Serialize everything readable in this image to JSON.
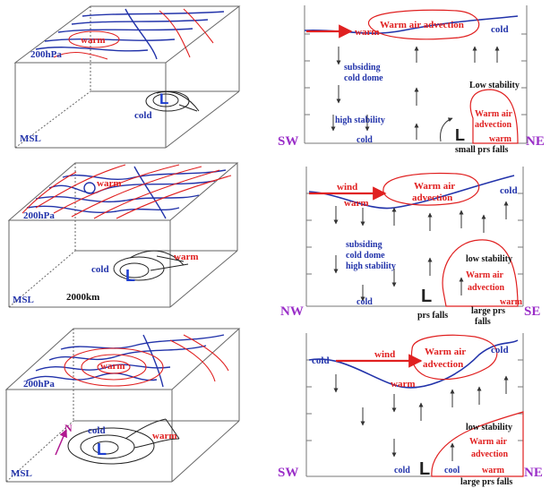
{
  "colors": {
    "isobar_blue": "#2233aa",
    "isotherm_red": "#e02020",
    "low_blue": "#1f3fd0",
    "direction_purple": "#9a2ec8",
    "north_pink": "#b01890"
  },
  "left_panels": [
    {
      "level_upper": "200hPa",
      "level_lower": "MSL",
      "warm": "warm",
      "cold": "cold",
      "low": "L"
    },
    {
      "level_upper": "200hPa",
      "level_lower": "MSL",
      "warm_upper": "warm",
      "warm_lower": "warm",
      "cold": "cold",
      "low": "L",
      "scale": "2000km"
    },
    {
      "level_upper": "200hPa",
      "level_lower": "MSL",
      "warm_upper": "warm",
      "warm_lower": "warm",
      "cold": "cold",
      "low": "L",
      "north": "N"
    }
  ],
  "right_panels": [
    {
      "dir_left": "SW",
      "dir_right": "NE",
      "warm": "warm",
      "cold_top": "cold",
      "waa_top": "Warm air advection",
      "subsiding_1": "subsiding",
      "subsiding_2": "cold dome",
      "high_stability": "high stability",
      "cold_bottom": "cold",
      "low_stability": "Low stability",
      "waa_low_1": "Warm air",
      "waa_low_2": "advection",
      "warm_low": "warm",
      "prs": "small prs falls",
      "low": "L"
    },
    {
      "dir_left": "NW",
      "dir_right": "SE",
      "wind": "wind",
      "warm": "warm",
      "cold_top": "cold",
      "waa_top_1": "Warm air",
      "waa_top_2": "advection",
      "subsiding_1": "subsiding",
      "subsiding_2": "cold dome",
      "high_stability": "high stability",
      "cold_bottom": "cold",
      "low_stability": "low stability",
      "waa_low_1": "Warm air",
      "waa_low_2": "advection",
      "warm_low": "warm",
      "prs_a": "prs falls",
      "prs_b_1": "large prs",
      "prs_b_2": "falls",
      "low": "L"
    },
    {
      "dir_left": "SW",
      "dir_right": "NE",
      "cold_left": "cold",
      "wind": "wind",
      "warm": "warm",
      "cold_right": "cold",
      "waa_top_1": "Warm air",
      "waa_top_2": "advection",
      "low_stability": "low stability",
      "waa_low_1": "Warm air",
      "waa_low_2": "advection",
      "cold_b1": "cold",
      "cold_b2": "cool",
      "warm_low": "warm",
      "prs": "large prs falls",
      "low": "L"
    }
  ]
}
